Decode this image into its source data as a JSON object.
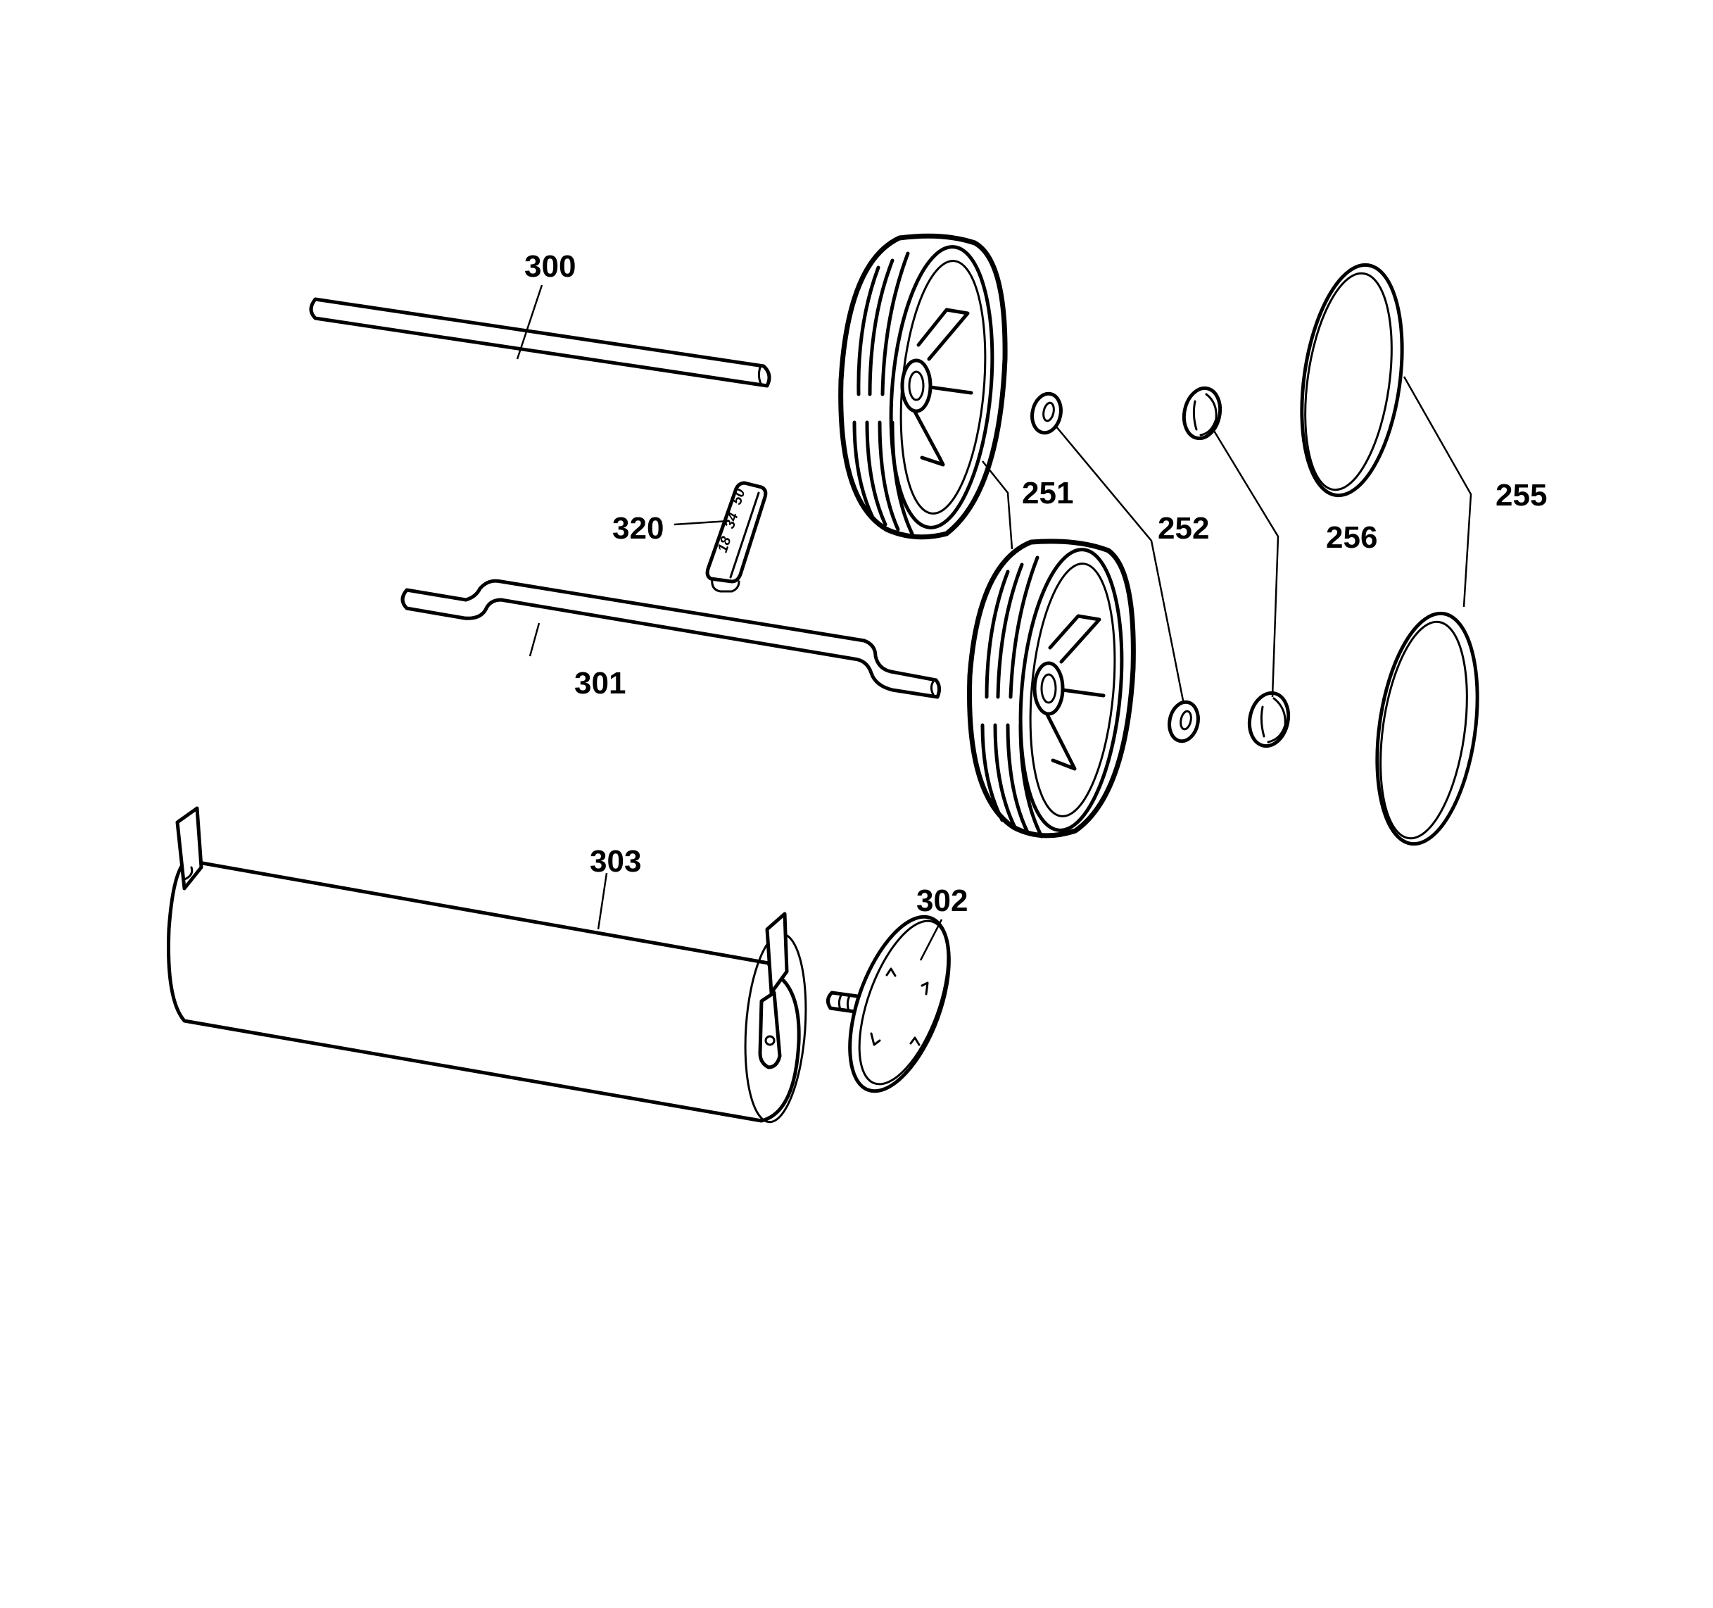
{
  "diagram": {
    "type": "exploded-parts-diagram",
    "background": "#ffffff",
    "line_color": "#000000",
    "parts": [
      {
        "id": "300",
        "label": "300",
        "description": "straight rod / axle"
      },
      {
        "id": "301",
        "label": "301",
        "description": "cranked axle"
      },
      {
        "id": "320",
        "label": "320",
        "description": "height adjustment tag",
        "markings": [
          "50",
          "34",
          "18"
        ]
      },
      {
        "id": "251",
        "label": "251",
        "description": "wheel (x2)"
      },
      {
        "id": "252",
        "label": "252",
        "description": "washer (x2)"
      },
      {
        "id": "256",
        "label": "256",
        "description": "hub cap nut (x2)"
      },
      {
        "id": "255",
        "label": "255",
        "description": "ring / tyre band (x2)"
      },
      {
        "id": "303",
        "label": "303",
        "description": "roller drum"
      },
      {
        "id": "302",
        "label": "302",
        "description": "roller end cap with threaded stud"
      }
    ]
  }
}
